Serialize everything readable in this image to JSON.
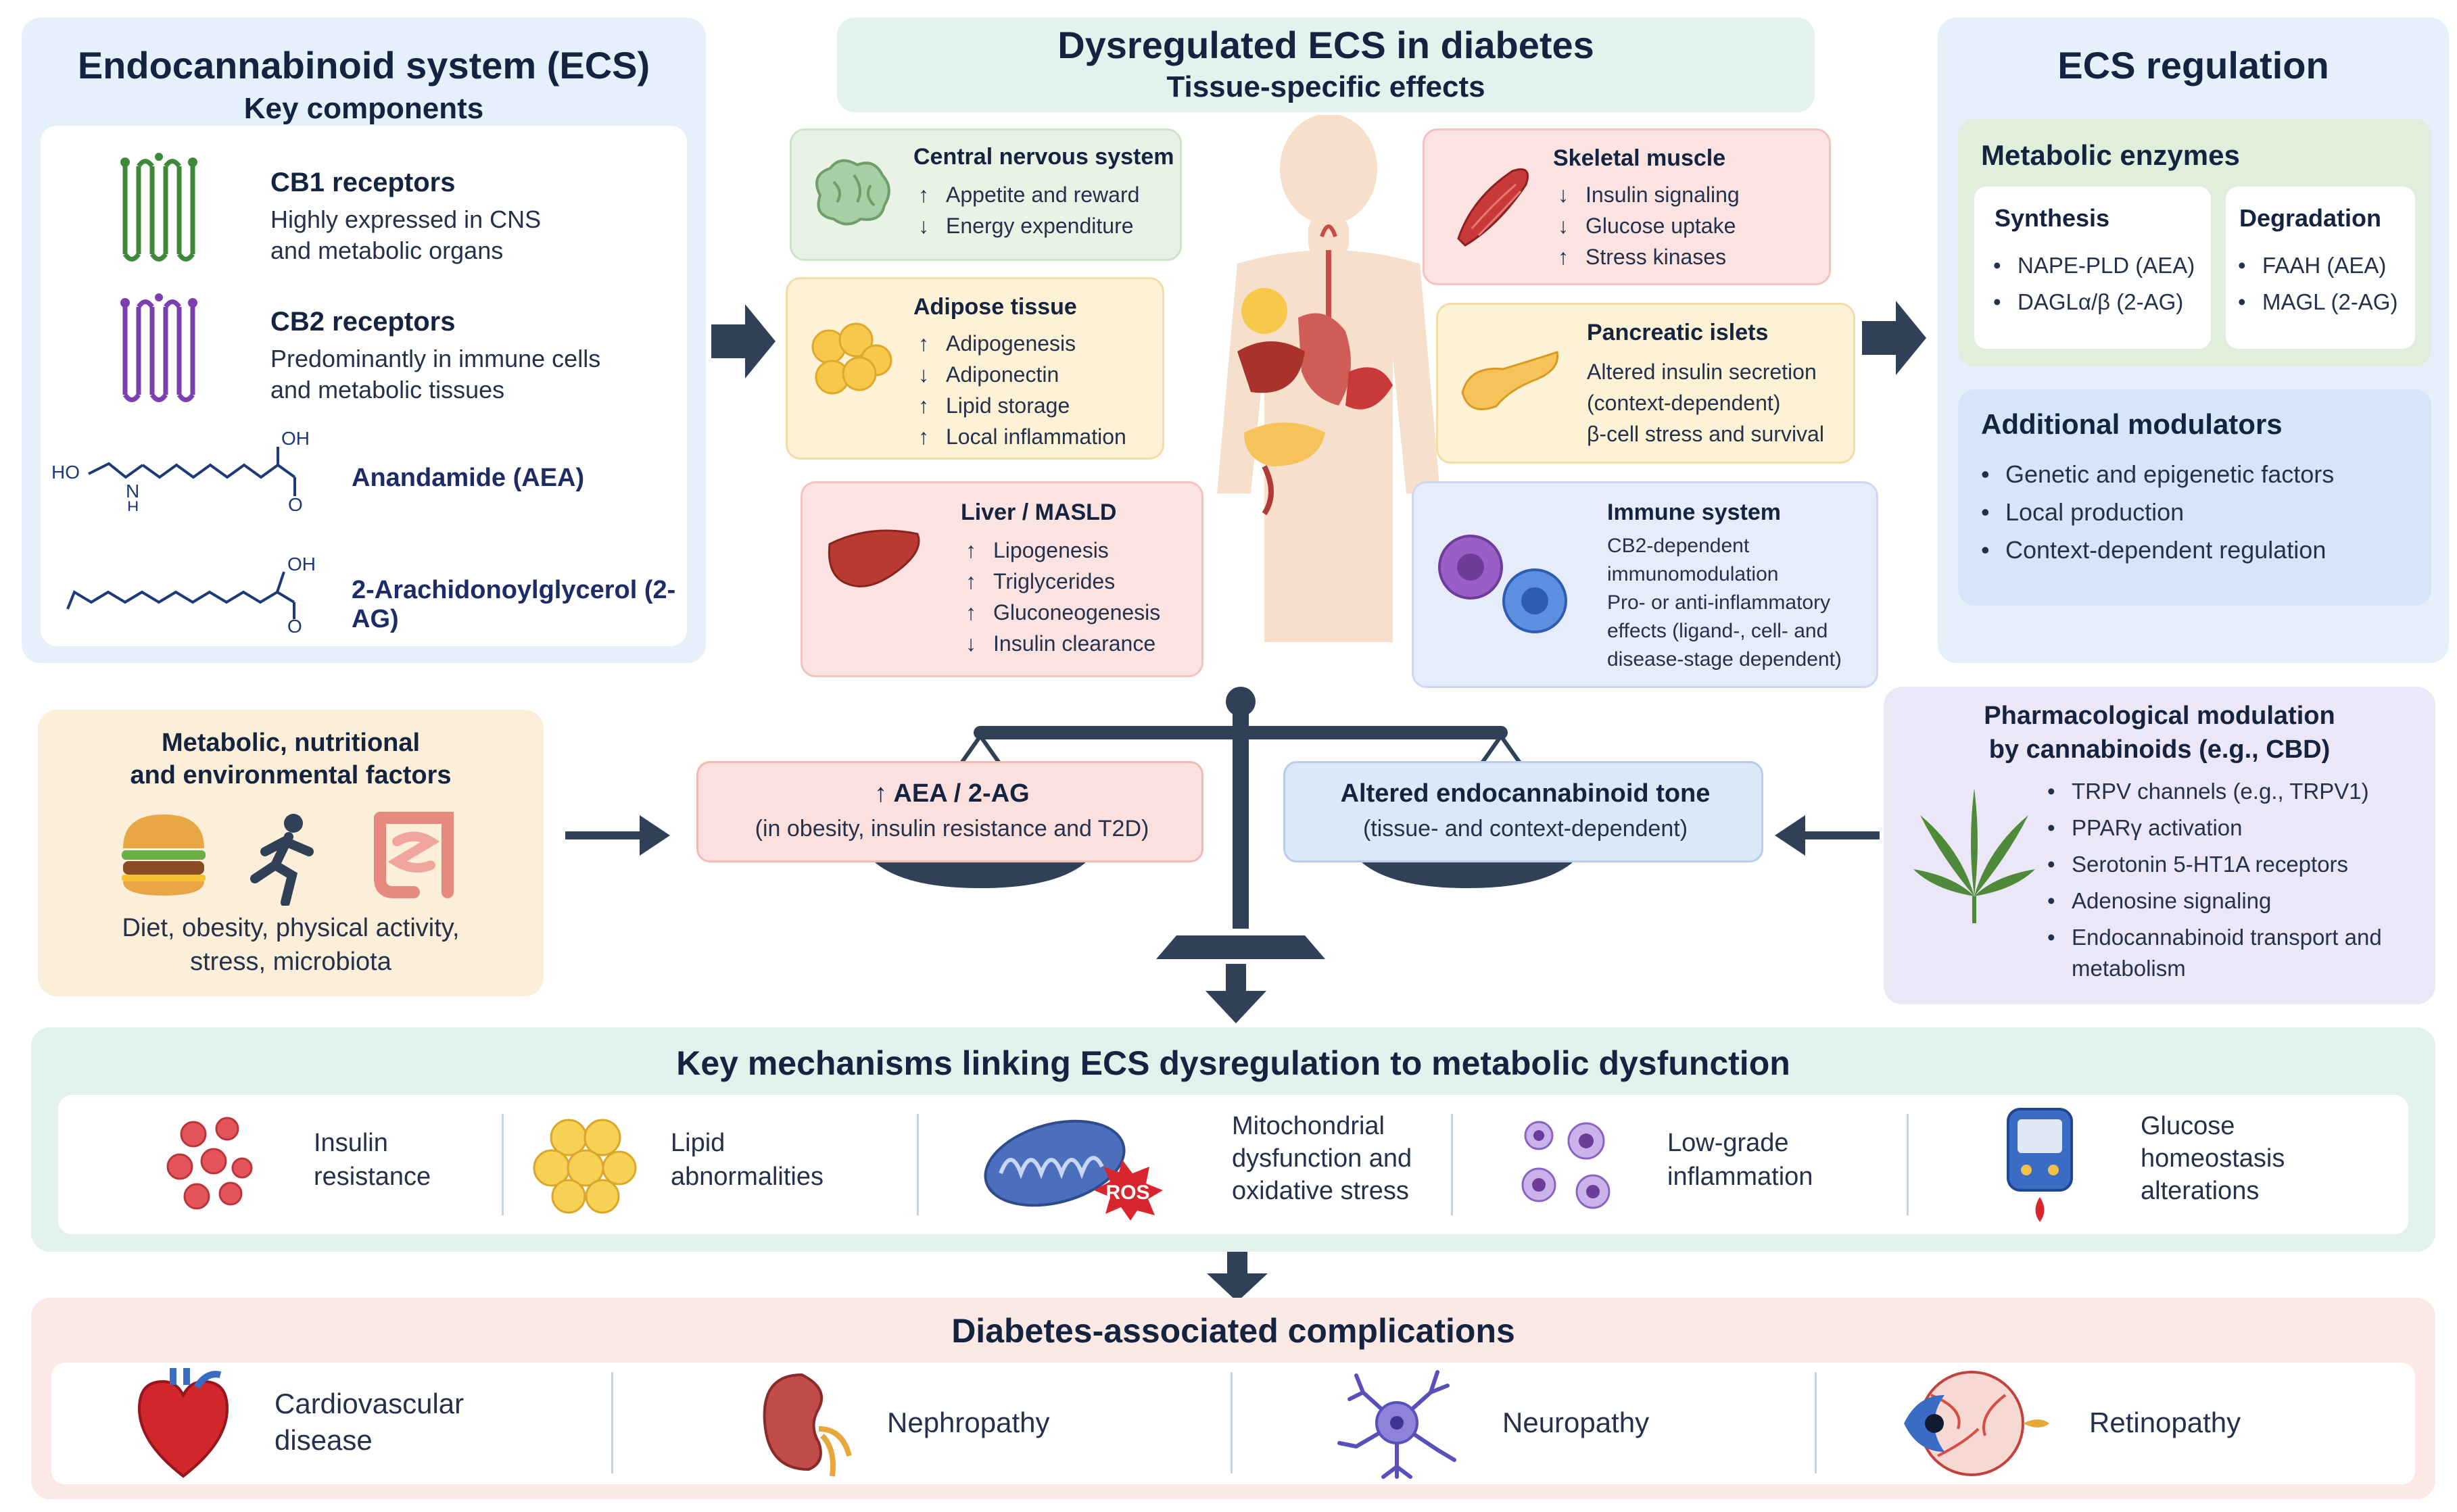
{
  "ecs_components": {
    "title": "Endocannabinoid system (ECS)",
    "subtitle": "Key components",
    "items": [
      {
        "name": "CB1 receptors",
        "desc": "Highly expressed in CNS and metabolic organs",
        "icon": "cb1-receptor-icon",
        "color": "#3f8a3a"
      },
      {
        "name": "CB2 receptors",
        "desc": "Predominantly in immune cells and metabolic tissues",
        "icon": "cb2-receptor-icon",
        "color": "#7b3fb0"
      },
      {
        "name": "Anandamide (AEA)",
        "icon": "aea-structure-icon"
      },
      {
        "name": "2-Arachidonoylglycerol (2-AG)",
        "icon": "2ag-structure-icon"
      }
    ],
    "aea_labels": {
      "ho": "HO",
      "n": "N",
      "h": "H",
      "oh": "OH",
      "o": "O"
    },
    "twoag_labels": {
      "oh": "OH",
      "o": "O"
    }
  },
  "dysregulated": {
    "title": "Dysregulated ECS in diabetes",
    "subtitle": "Tissue-specific effects",
    "tissues": {
      "cns": {
        "title": "Central nervous system",
        "items": [
          {
            "arrow": "↑",
            "text": "Appetite and reward"
          },
          {
            "arrow": "↓",
            "text": "Energy expenditure"
          }
        ],
        "icon": "brain-icon"
      },
      "adipose": {
        "title": "Adipose tissue",
        "items": [
          {
            "arrow": "↑",
            "text": "Adipogenesis"
          },
          {
            "arrow": "↓",
            "text": "Adiponectin"
          },
          {
            "arrow": "↑",
            "text": "Lipid storage"
          },
          {
            "arrow": "↑",
            "text": "Local inflammation"
          }
        ],
        "icon": "fat-cells-icon"
      },
      "liver": {
        "title": "Liver / MASLD",
        "items": [
          {
            "arrow": "↑",
            "text": "Lipogenesis"
          },
          {
            "arrow": "↑",
            "text": "Triglycerides"
          },
          {
            "arrow": "↑",
            "text": "Gluconeogenesis"
          },
          {
            "arrow": "↓",
            "text": "Insulin clearance"
          }
        ],
        "icon": "liver-icon"
      },
      "muscle": {
        "title": "Skeletal muscle",
        "items": [
          {
            "arrow": "↓",
            "text": "Insulin signaling"
          },
          {
            "arrow": "↓",
            "text": "Glucose uptake"
          },
          {
            "arrow": "↑",
            "text": "Stress kinases"
          }
        ],
        "icon": "muscle-icon"
      },
      "pancreas": {
        "title": "Pancreatic islets",
        "lines": [
          "Altered insulin secretion",
          "(context-dependent)",
          "β-cell stress and survival"
        ],
        "icon": "pancreas-icon"
      },
      "immune": {
        "title": "Immune system",
        "lines": [
          "CB2-dependent",
          "immunomodulation",
          "Pro- or anti-inflammatory",
          "effects (ligand-, cell- and",
          "disease-stage dependent)"
        ],
        "icon": "immune-cells-icon"
      }
    }
  },
  "regulation": {
    "title": "ECS regulation",
    "enzymes": {
      "title": "Metabolic enzymes",
      "synthesis": {
        "title": "Synthesis",
        "items": [
          "NAPE-PLD (AEA)",
          "DAGLα/β (2-AG)"
        ]
      },
      "degradation": {
        "title": "Degradation",
        "items": [
          "FAAH (AEA)",
          "MAGL (2-AG)"
        ]
      }
    },
    "modulators": {
      "title": "Additional modulators",
      "items": [
        "Genetic and epigenetic factors",
        "Local production",
        "Context-dependent regulation"
      ]
    }
  },
  "factors": {
    "title_line1": "Metabolic, nutritional",
    "title_line2": "and environmental factors",
    "text_line1": "Diet, obesity, physical activity,",
    "text_line2": "stress, microbiota",
    "icons": [
      "burger-icon",
      "runner-icon",
      "intestine-icon"
    ]
  },
  "balance": {
    "left_title": "↑ AEA / 2-AG",
    "left_sub": "(in obesity, insulin resistance and T2D)",
    "right_title": "Altered endocannabinoid tone",
    "right_sub": "(tissue- and context-dependent)"
  },
  "pharma": {
    "title_line1": "Pharmacological modulation",
    "title_line2": "by cannabinoids (e.g., CBD)",
    "items": [
      "TRPV channels (e.g., TRPV1)",
      "PPARγ activation",
      "Serotonin 5-HT1A receptors",
      "Adenosine signaling",
      "Endocannabinoid transport and metabolism"
    ],
    "icon": "cannabis-leaf-icon"
  },
  "mechanisms": {
    "title": "Key mechanisms linking ECS dysregulation to metabolic dysfunction",
    "items": [
      {
        "label_lines": [
          "Insulin",
          "resistance"
        ],
        "icon": "red-cells-icon"
      },
      {
        "label_lines": [
          "Lipid",
          "abnormalities"
        ],
        "icon": "lipid-droplets-icon"
      },
      {
        "label_lines": [
          "Mitochondrial",
          "dysfunction and",
          "oxidative stress"
        ],
        "icon": "mitochondria-icon",
        "badge": "ROS"
      },
      {
        "label_lines": [
          "Low-grade",
          "inflammation"
        ],
        "icon": "inflammation-cells-icon"
      },
      {
        "label_lines": [
          "Glucose",
          "homeostasis",
          "alterations"
        ],
        "icon": "glucometer-icon"
      }
    ]
  },
  "complications": {
    "title": "Diabetes-associated complications",
    "items": [
      {
        "label_lines": [
          "Cardiovascular",
          "disease"
        ],
        "icon": "heart-icon"
      },
      {
        "label_lines": [
          "Nephropathy"
        ],
        "icon": "kidney-icon"
      },
      {
        "label_lines": [
          "Neuropathy"
        ],
        "icon": "neuron-icon"
      },
      {
        "label_lines": [
          "Retinopathy"
        ],
        "icon": "eye-icon"
      }
    ]
  },
  "colors": {
    "blue_panel": "#e6f0fa",
    "green_card": "#e8f3e5",
    "yellow_card": "#fdf1d6",
    "red_card": "#fbe3e1",
    "purple_card": "#ebe7f7",
    "teal_panel": "#e3f1ec",
    "pink_panel": "#fbe9e6",
    "navy": "#2f4057"
  }
}
